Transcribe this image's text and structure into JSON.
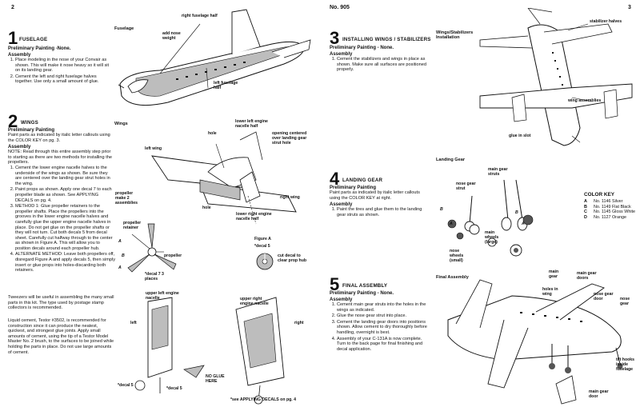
{
  "left_page": {
    "page_number": "2",
    "step1": {
      "number": "1",
      "title": "FUSELAGE",
      "prelim": "Preliminary Painting -None.",
      "assembly_heading": "Assembly",
      "items": [
        "Place modeling in the nose of your Convair as shown. This will make it nose heavy so it will sit on its landing gear.",
        "Cement the left and right fuselage halves together. Use only a small amount of glue."
      ],
      "diagram_caption": "Fuselage",
      "labels": {
        "right_half": "right fuselage half",
        "nose_weight": "add nose weight",
        "left_half": "left fuselage half"
      }
    },
    "step2": {
      "number": "2",
      "title": "WINGS",
      "prelim_heading": "Preliminary Painting",
      "prelim_text": "Paint parts as indicated by italic letter callouts using the COLOR KEY on pg. 3.",
      "assembly_heading": "Assembly",
      "note": "NOTE: Read through this entire assembly step prior to starting as there are two methods for installing the propellers.",
      "items": [
        "Cement the lower engine nacelle halves to the underside of the wings as shown. Be sure they are centered over the landing gear strut holes in the wing.",
        "Paint props as shown. Apply one decal 7 to each propeller blade as shown. See APPLYING DECALS on pg. 4.",
        "METHOD 1: Glue propeller retainers to the propeller shafts. Place the propellers into the grooves in the lower engine nacelle halves and carefully glue the upper engine nacelle halves in place. Do not get glue on the propeller shafts or they will not turn. Cut both decals 5 from decal sheet. Carefully cut halfway through to the center as shown in Figure A. This will allow you to position decals around each propeller hub.",
        "ALTERNATE METHOD: Leave both propellers off, disregard Figure A and apply decals 5, then simply insert or glue props into holes-discarding both retainers."
      ],
      "diagram_caption": "Wings",
      "labels": {
        "hole_top": "hole",
        "lower_left_nacelle": "lower left engine nacelle half",
        "opening": "opening centered over landing gear strut hole",
        "left_wing": "left wing",
        "right_wing": "right wing",
        "hole_bottom": "hole",
        "lower_right_nacelle": "lower right engine nacelle half",
        "propeller_make": "propeller make 2 assemblies",
        "propeller_retainer": "propeller retainer",
        "propeller": "propeller",
        "decal7": "*decal 7 3 places",
        "callout_a1": "A",
        "callout_b": "B",
        "callout_a2": "A"
      },
      "figure_a": {
        "title": "Figure A",
        "decal": "*decal 5",
        "cut_note": "cut decal to clear prop hub"
      }
    },
    "tips": {
      "tweezers": "Tweezers will be useful in assembling the many small parts in this kit. The type used by postage stamp collectors is recommended.",
      "cement": "Liquid cement, Testor #3502, is recommended for construction since it can produce the neatest, quickest, and strongest glue joints. Apply small amounts of cement, using the tip of a Testor Model Master No. 2 brush, to the surfaces to be joined while holding the parts in place. Do not use large amounts of cement."
    },
    "bottom_diagrams": {
      "upper_left_nacelle": "upper left engine nacelle",
      "upper_right_nacelle": "upper right engine nacelle",
      "left": "left",
      "right": "right",
      "decal5_left": "*decal 5",
      "decal5_center": "*decal 5",
      "no_glue": "NO GLUE HERE",
      "see_decals": "*see APPLYING DECALS on pg. 4"
    }
  },
  "right_page": {
    "page_number": "3",
    "catalog_number": "No. 905",
    "step3": {
      "number": "3",
      "title": "INSTALLING WINGS / STABILIZERS",
      "prelim": "Preliminary Painting - None.",
      "assembly_heading": "Assembly",
      "items": [
        "Cement the stabilizers and wings in place as shown. Make sure all surfaces are positioned properly."
      ],
      "diagram_caption": "Wings/Stabilizers Installation",
      "labels": {
        "stabilizer": "stabilizer halves",
        "wing_assemblies": "wing assemblies",
        "glue_slot": "glue in slot"
      }
    },
    "step4": {
      "number": "4",
      "title": "LANDING GEAR",
      "prelim_heading": "Preliminary Painting",
      "prelim_text": "Paint parts as indicated by italic letter callouts using the COLOR KEY at right.",
      "assembly_heading": "Assembly",
      "items": [
        "Paint the tires and glue them to the landing gear struts as shown."
      ],
      "diagram_caption": "Landing Gear",
      "labels": {
        "main_struts": "main gear struts",
        "nose_strut": "nose gear strut",
        "main_wheels": "main wheels (large)",
        "nose_wheels": "nose wheels (small)",
        "b1": "B",
        "b2": "B",
        "a1": "A",
        "a2": "A"
      }
    },
    "color_key": {
      "heading": "COLOR KEY",
      "rows": [
        {
          "letter": "A",
          "text": "No. 1146 Silver"
        },
        {
          "letter": "B",
          "text": "No. 1149 Flat Black"
        },
        {
          "letter": "C",
          "text": "No. 1145 Gloss White"
        },
        {
          "letter": "D",
          "text": "No. 1127 Orange"
        }
      ]
    },
    "step5": {
      "number": "5",
      "title": "FINAL ASSEMBLY",
      "prelim": "Preliminary Painting - None.",
      "assembly_heading": "Assembly",
      "items": [
        "Cement main gear struts into the holes in the wings as indicated.",
        "Glue the nose gear strut into place.",
        "Cement the landing gear doors into positions shown. Allow cement to dry thoroughly before handling, overnight is best.",
        "Assembly of your C-131A is now complete. Turn to the back page for final finishing and decal application."
      ],
      "diagram_caption": "Final Assembly",
      "labels": {
        "main_gear": "main gear",
        "main_gear_doors": "main gear doors",
        "holes_in_wing": "holes in wing",
        "nose_gear_door": "nose gear door",
        "nose_gear": "nose gear",
        "tilt_hooks": "tilt hooks inside fuselage",
        "main_gear_door_bottom": "main gear door"
      }
    }
  }
}
